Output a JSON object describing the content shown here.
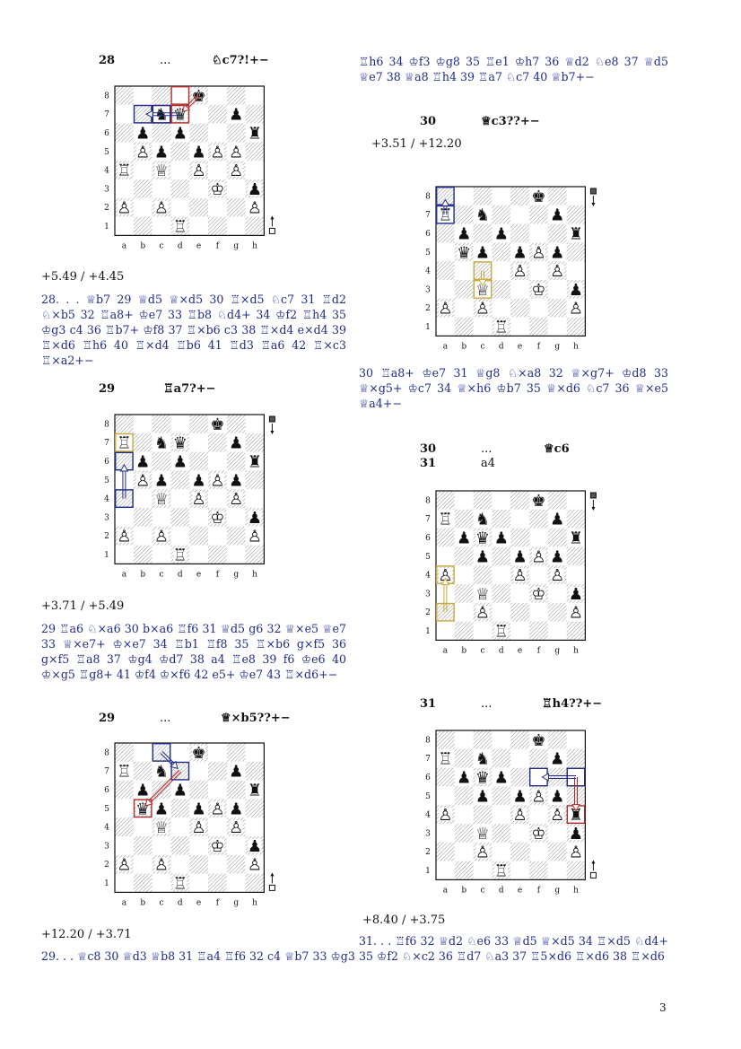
{
  "page_number": "3",
  "blocks": [
    {
      "header": {
        "move_no": "28",
        "dots": "...",
        "move": "♘c7?!+−"
      },
      "eval": "+5.49 / +4.45",
      "variation": "28. . . ♕b7 29 ♕d5 ♕×d5 30 ♖×d5 ♘c7 31 ♖d2 ♘×b5 32 ♖a8+ ♔e7 33 ♖b8 ♘d4+ 34 ♔f2 ♖h4 35 ♔g3 c4 36 ♖b7+ ♔f8 37 ♖×b6 c3 38 ♖×d4 e×d4 39 ♖×d6 ♖h6 40 ♖×d4 ♖b6 41 ♖d3 ♖a6 42 ♖×c3 ♖×a2+−",
      "board": {
        "pieces": [
          [
            "e8",
            "♚",
            "b"
          ],
          [
            "c7",
            "♞",
            "b"
          ],
          [
            "d7",
            "♛",
            "b"
          ],
          [
            "g7",
            "♟",
            "b"
          ],
          [
            "b6",
            "♟",
            "b"
          ],
          [
            "d6",
            "♟",
            "b"
          ],
          [
            "h6",
            "♜",
            "b"
          ],
          [
            "b5",
            "♙",
            "w"
          ],
          [
            "c5",
            "♟",
            "b"
          ],
          [
            "e5",
            "♟",
            "b"
          ],
          [
            "f5",
            "♙",
            "w"
          ],
          [
            "g5",
            "♙",
            "w"
          ],
          [
            "a4",
            "♖",
            "w"
          ],
          [
            "c4",
            "♕",
            "w"
          ],
          [
            "e4",
            "♙",
            "w"
          ],
          [
            "g4",
            "♙",
            "w"
          ],
          [
            "f3",
            "♔",
            "w"
          ],
          [
            "h3",
            "♟",
            "b"
          ],
          [
            "a2",
            "♙",
            "w"
          ],
          [
            "c2",
            "♙",
            "w"
          ],
          [
            "h2",
            "♙",
            "w"
          ],
          [
            "d1",
            "♖",
            "w"
          ]
        ],
        "highlights": [
          [
            "d8",
            "red"
          ],
          [
            "c7",
            "red"
          ],
          [
            "d7",
            "red"
          ],
          [
            "b7",
            "blue"
          ],
          [
            "c7",
            "blue"
          ]
        ],
        "arrows": [
          [
            "e8",
            "d7",
            "red"
          ],
          [
            "d7",
            "b7",
            "blue"
          ]
        ],
        "turn": "white"
      }
    },
    {
      "header": {
        "move_no": "29",
        "dots": "",
        "move": "♖a7?+−"
      },
      "eval": "+3.71 / +5.49",
      "variation": "29 ♖a6 ♘×a6 30 b×a6 ♖f6 31 ♕d5 g6 32 ♕×e5 ♕e7 33 ♕×e7+ ♔×e7 34 ♖b1 ♖f8 35 ♖×b6 g×f5 36 g×f5 ♖a8 37 ♔g4 ♔d7 38 a4 ♖e8 39 f6 ♔e6 40 ♔×g5 ♖g8+ 41 ♔f4 ♔×f6 42 e5+ ♔e7 43 ♖×d6+−",
      "board": {
        "pieces": [
          [
            "f8",
            "♚",
            "b"
          ],
          [
            "a7",
            "♖",
            "w"
          ],
          [
            "c7",
            "♞",
            "b"
          ],
          [
            "d7",
            "♛",
            "b"
          ],
          [
            "g7",
            "♟",
            "b"
          ],
          [
            "b6",
            "♟",
            "b"
          ],
          [
            "d6",
            "♟",
            "b"
          ],
          [
            "h6",
            "♜",
            "b"
          ],
          [
            "b5",
            "♙",
            "w"
          ],
          [
            "c5",
            "♟",
            "b"
          ],
          [
            "e5",
            "♟",
            "b"
          ],
          [
            "f5",
            "♙",
            "w"
          ],
          [
            "g5",
            "♟",
            "b"
          ],
          [
            "c4",
            "♕",
            "w"
          ],
          [
            "e4",
            "♙",
            "w"
          ],
          [
            "g4",
            "♙",
            "w"
          ],
          [
            "f3",
            "♔",
            "w"
          ],
          [
            "h3",
            "♟",
            "b"
          ],
          [
            "a2",
            "♙",
            "w"
          ],
          [
            "c2",
            "♙",
            "w"
          ],
          [
            "h2",
            "♙",
            "w"
          ],
          [
            "d1",
            "♖",
            "w"
          ]
        ],
        "highlights": [
          [
            "a7",
            "yellow"
          ],
          [
            "a4",
            "blue"
          ],
          [
            "a6",
            "blue"
          ]
        ],
        "arrows": [
          [
            "a4",
            "a6",
            "blue"
          ]
        ],
        "turn": "black"
      }
    },
    {
      "header": {
        "move_no": "29",
        "dots": "...",
        "move": "♕×b5??+−"
      },
      "eval": "+12.20 / +3.71",
      "variation": "29. . . ♕c8 30 ♕d3 ♕b8 31 ♖a4 ♖f6 32 c4 ♕b7 33 ♔g3",
      "board": {
        "pieces": [
          [
            "e8",
            "♚",
            "b"
          ],
          [
            "a7",
            "♖",
            "w"
          ],
          [
            "c7",
            "♞",
            "b"
          ],
          [
            "g7",
            "♟",
            "b"
          ],
          [
            "b6",
            "♟",
            "b"
          ],
          [
            "d6",
            "♟",
            "b"
          ],
          [
            "h6",
            "♜",
            "b"
          ],
          [
            "b5",
            "♛",
            "b"
          ],
          [
            "c5",
            "♟",
            "b"
          ],
          [
            "e5",
            "♟",
            "b"
          ],
          [
            "f5",
            "♙",
            "w"
          ],
          [
            "g5",
            "♟",
            "b"
          ],
          [
            "c4",
            "♕",
            "w"
          ],
          [
            "e4",
            "♙",
            "w"
          ],
          [
            "g4",
            "♙",
            "w"
          ],
          [
            "f3",
            "♔",
            "w"
          ],
          [
            "h3",
            "♟",
            "b"
          ],
          [
            "a2",
            "♙",
            "w"
          ],
          [
            "c2",
            "♙",
            "w"
          ],
          [
            "h2",
            "♙",
            "w"
          ],
          [
            "d1",
            "♖",
            "w"
          ]
        ],
        "highlights": [
          [
            "b5",
            "red"
          ],
          [
            "c8",
            "blue"
          ],
          [
            "d7",
            "blue"
          ]
        ],
        "arrows": [
          [
            "d7",
            "b5",
            "red"
          ],
          [
            "c8",
            "d7",
            "blue"
          ]
        ],
        "turn": "white"
      }
    },
    {
      "header": {
        "move_no": "",
        "dots": "",
        "move": ""
      },
      "eval": "",
      "variation": "♖h6 34 ♔f3 ♔g8 35 ♖e1 ♔h7 36 ♕d2 ♘e8 37 ♕d5 ♕e7 38 ♕a8 ♖h4 39 ♖a7 ♘c7 40 ♕b7+−",
      "board": null
    },
    {
      "header": {
        "move_no": "30",
        "dots": "",
        "move": "♕c3??+−"
      },
      "eval": "+3.51 / +12.20",
      "variation": "30 ♖a8+ ♔e7 31 ♕g8 ♘×a8 32 ♕×g7+ ♔d8 33 ♕×g5+ ♔c7 34 ♕×h6 ♔b7 35 ♕×d6 ♘c7 36 ♕×e5 ♕a4+−",
      "board": {
        "pieces": [
          [
            "f8",
            "♚",
            "b"
          ],
          [
            "a7",
            "♖",
            "w"
          ],
          [
            "c7",
            "♞",
            "b"
          ],
          [
            "g7",
            "♟",
            "b"
          ],
          [
            "b6",
            "♟",
            "b"
          ],
          [
            "d6",
            "♟",
            "b"
          ],
          [
            "h6",
            "♜",
            "b"
          ],
          [
            "b5",
            "♛",
            "b"
          ],
          [
            "c5",
            "♟",
            "b"
          ],
          [
            "e5",
            "♟",
            "b"
          ],
          [
            "f5",
            "♙",
            "w"
          ],
          [
            "g5",
            "♟",
            "b"
          ],
          [
            "e4",
            "♙",
            "w"
          ],
          [
            "g4",
            "♙",
            "w"
          ],
          [
            "c3",
            "♕",
            "w"
          ],
          [
            "f3",
            "♔",
            "w"
          ],
          [
            "h3",
            "♟",
            "b"
          ],
          [
            "a2",
            "♙",
            "w"
          ],
          [
            "c2",
            "♙",
            "w"
          ],
          [
            "h2",
            "♙",
            "w"
          ],
          [
            "d1",
            "♖",
            "w"
          ]
        ],
        "highlights": [
          [
            "a8",
            "blue"
          ],
          [
            "a7",
            "blue"
          ],
          [
            "c3",
            "yellow"
          ],
          [
            "c4",
            "yellow"
          ]
        ],
        "arrows": [
          [
            "a7",
            "a8",
            "blue"
          ],
          [
            "c4",
            "c3",
            "yellow"
          ]
        ],
        "turn": "black"
      }
    },
    {
      "header": {
        "move_no": "30",
        "dots": "...",
        "move": "♕c6"
      },
      "header2": {
        "move_no": "31",
        "dots": "",
        "move": "a4"
      },
      "eval": "",
      "variation": "",
      "board": {
        "pieces": [
          [
            "f8",
            "♚",
            "b"
          ],
          [
            "a7",
            "♖",
            "w"
          ],
          [
            "c7",
            "♞",
            "b"
          ],
          [
            "g7",
            "♟",
            "b"
          ],
          [
            "b6",
            "♟",
            "b"
          ],
          [
            "c6",
            "♛",
            "b"
          ],
          [
            "d6",
            "♟",
            "b"
          ],
          [
            "h6",
            "♜",
            "b"
          ],
          [
            "c5",
            "♟",
            "b"
          ],
          [
            "e5",
            "♟",
            "b"
          ],
          [
            "f5",
            "♙",
            "w"
          ],
          [
            "g5",
            "♟",
            "b"
          ],
          [
            "a4",
            "♙",
            "w"
          ],
          [
            "e4",
            "♙",
            "w"
          ],
          [
            "g4",
            "♙",
            "w"
          ],
          [
            "c3",
            "♕",
            "w"
          ],
          [
            "f3",
            "♔",
            "w"
          ],
          [
            "h3",
            "♟",
            "b"
          ],
          [
            "c2",
            "♙",
            "w"
          ],
          [
            "h2",
            "♙",
            "w"
          ],
          [
            "d1",
            "♖",
            "w"
          ]
        ],
        "highlights": [
          [
            "a4",
            "yellow"
          ],
          [
            "a2",
            "yellow"
          ]
        ],
        "arrows": [
          [
            "a2",
            "a4",
            "yellow"
          ]
        ],
        "turn": "black"
      }
    },
    {
      "header": {
        "move_no": "31",
        "dots": "...",
        "move": "♖h4??+−"
      },
      "eval": "+8.40 / +3.75",
      "variation": "31. . . ♖f6 32 ♕d2 ♘e6 33 ♕d5 ♕×d5 34 ♖×d5 ♘d4+ 35 ♔f2 ♘×c2 36 ♖d7 ♘a3 37 ♖5×d6 ♖×d6 38 ♖×d6",
      "board": {
        "pieces": [
          [
            "f8",
            "♚",
            "b"
          ],
          [
            "a7",
            "♖",
            "w"
          ],
          [
            "c7",
            "♞",
            "b"
          ],
          [
            "g7",
            "♟",
            "b"
          ],
          [
            "b6",
            "♟",
            "b"
          ],
          [
            "c6",
            "♛",
            "b"
          ],
          [
            "d6",
            "♟",
            "b"
          ],
          [
            "c5",
            "♟",
            "b"
          ],
          [
            "e5",
            "♟",
            "b"
          ],
          [
            "f5",
            "♙",
            "w"
          ],
          [
            "g5",
            "♟",
            "b"
          ],
          [
            "a4",
            "♙",
            "w"
          ],
          [
            "e4",
            "♙",
            "w"
          ],
          [
            "g4",
            "♙",
            "w"
          ],
          [
            "h4",
            "♜",
            "b"
          ],
          [
            "c3",
            "♕",
            "w"
          ],
          [
            "f3",
            "♔",
            "w"
          ],
          [
            "h3",
            "♟",
            "b"
          ],
          [
            "c2",
            "♙",
            "w"
          ],
          [
            "h2",
            "♙",
            "w"
          ],
          [
            "d1",
            "♖",
            "w"
          ]
        ],
        "highlights": [
          [
            "h6",
            "red"
          ],
          [
            "h4",
            "red"
          ],
          [
            "f6",
            "blue"
          ],
          [
            "h6",
            "blue"
          ]
        ],
        "arrows": [
          [
            "h6",
            "h4",
            "red"
          ],
          [
            "h6",
            "f6",
            "blue"
          ]
        ],
        "turn": "white"
      }
    }
  ]
}
